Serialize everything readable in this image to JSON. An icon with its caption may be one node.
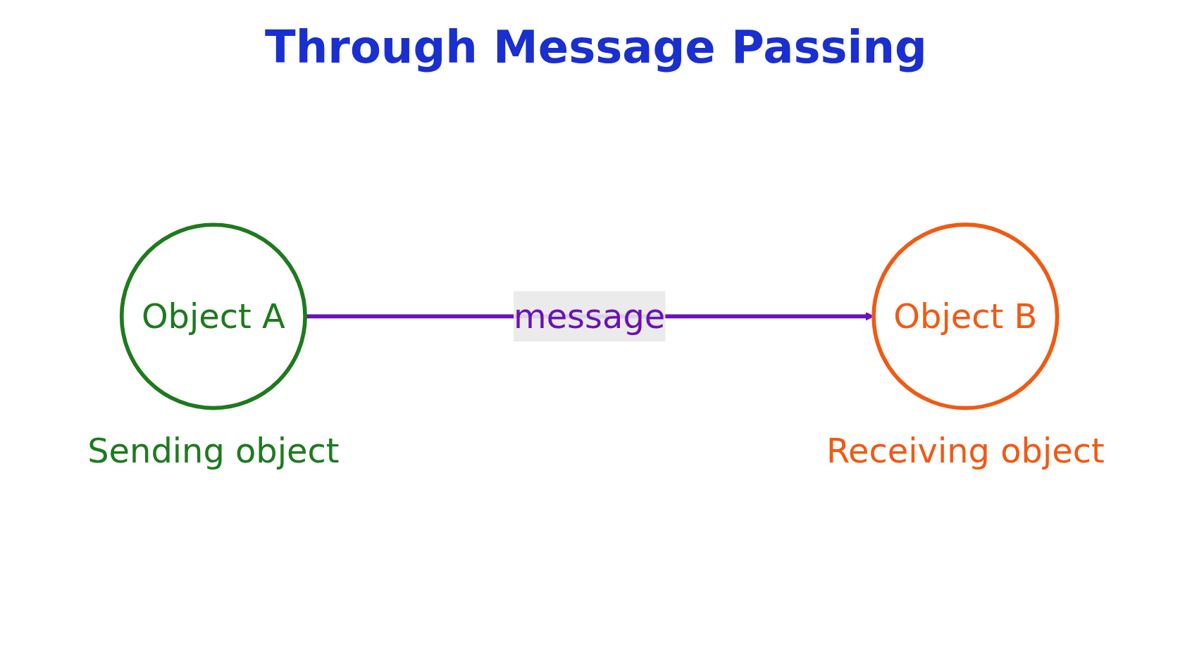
{
  "diagram": {
    "title": "Through Message Passing",
    "nodes": [
      {
        "text": [
          "Object A"
        ],
        "beside": [
          "Sending object"
        ]
      },
      {
        "text": [
          "Object B"
        ],
        "beside": [
          "Receiving object"
        ]
      }
    ],
    "edges": [
      {
        "from": 0,
        "to": 1,
        "arrow": "to",
        "label": "message",
        "color": "#6a11b8"
      }
    ]
  }
}
